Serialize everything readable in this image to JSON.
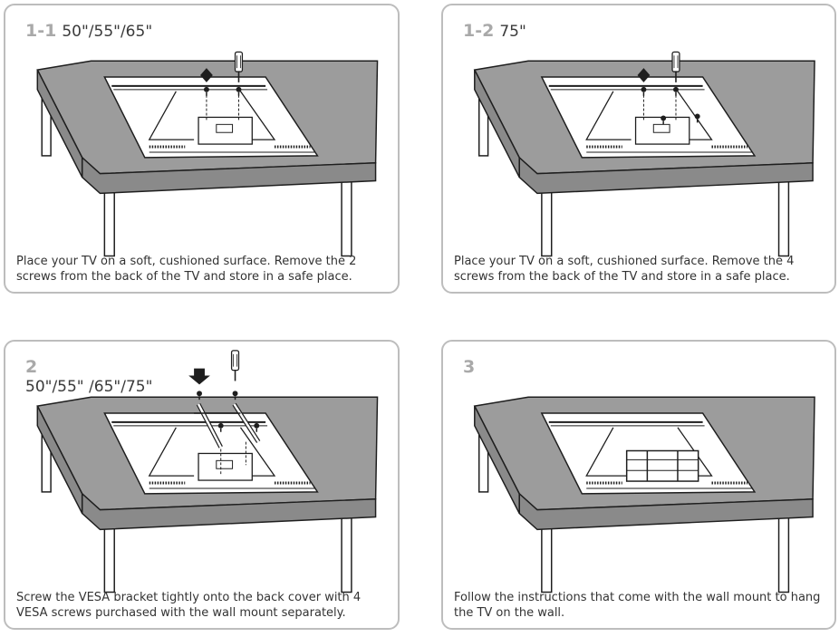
{
  "panels": [
    {
      "step": "1-1",
      "size": "50\"/55\"/65\"",
      "caption": "Place your TV on a soft, cushioned surface. Remove the 2 screws from the back of the TV and store in a safe place."
    },
    {
      "step": "1-2",
      "size": "75\"",
      "caption": "Place your TV on a soft, cushioned surface. Remove the 4 screws from the back of the TV and store in a safe place."
    },
    {
      "step": "2",
      "size": "50\"/55\" /65\"/75\"",
      "caption": "Screw the VESA bracket tightly onto the back cover with 4 VESA screws purchased with the wall mount separately."
    },
    {
      "step": "3",
      "size": "",
      "caption": "Follow the instructions that come with the wall mount to hang the TV on the wall."
    }
  ],
  "colors": {
    "table_top": "#9c9c9c",
    "table_edge": "#7e7e7e",
    "tv_back": "#ffffff",
    "line": "#1e1e1e",
    "step_number": "#a9a9a9",
    "panel_border": "#bdbdbd"
  },
  "icons": [
    "screwdriver-icon",
    "screw-icon",
    "down-arrow-icon",
    "diamond-arrow-icon"
  ]
}
